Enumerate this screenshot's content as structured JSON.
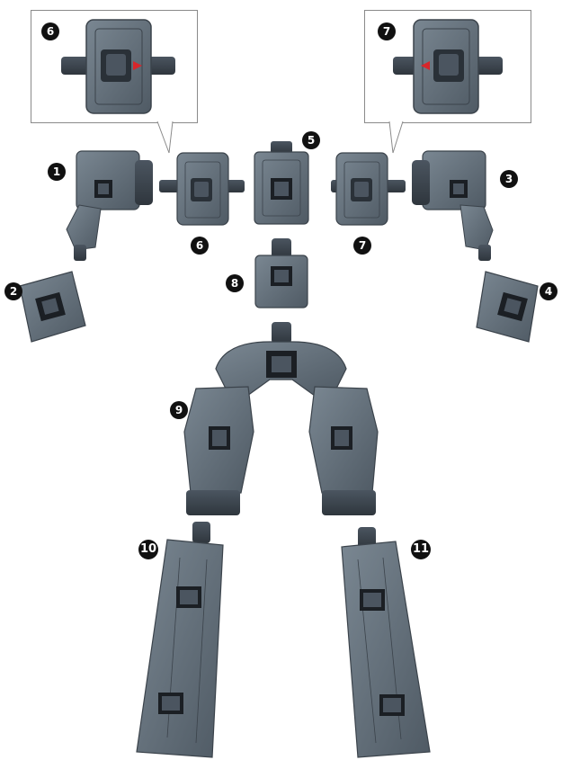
{
  "labels": {
    "n1": "1",
    "n2": "2",
    "n3": "3",
    "n4": "4",
    "n5": "5",
    "n6": "6",
    "n7": "7",
    "n8": "8",
    "n9": "9",
    "n10": "10",
    "n11": "11",
    "callout_left": "6",
    "callout_right": "7"
  },
  "colors": {
    "part_body": "#5f6b76",
    "part_dark": "#3f4852",
    "part_light": "#8a96a2",
    "socket": "#1b1f24",
    "accent_arrow": "#d8262b",
    "outline": "#8a8a8a"
  }
}
